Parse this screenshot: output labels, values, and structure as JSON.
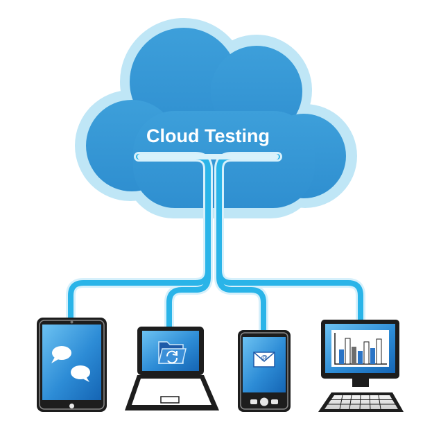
{
  "diagram": {
    "title": "Cloud Testing",
    "colors": {
      "cloud_outer": "#bfe6f6",
      "cloud_fill": "#3a9ad6",
      "connector": "#29b3e8",
      "device_frame": "#1d1d1d",
      "screen": "#2a86d0"
    },
    "devices": [
      {
        "name": "tablet",
        "screen_icon": "chat-bubbles-icon"
      },
      {
        "name": "laptop",
        "screen_icon": "folder-sync-icon"
      },
      {
        "name": "smartphone",
        "screen_icon": "email-envelope-icon",
        "glyph": "@"
      },
      {
        "name": "desktop",
        "screen_icon": "bar-chart-icon"
      }
    ]
  }
}
